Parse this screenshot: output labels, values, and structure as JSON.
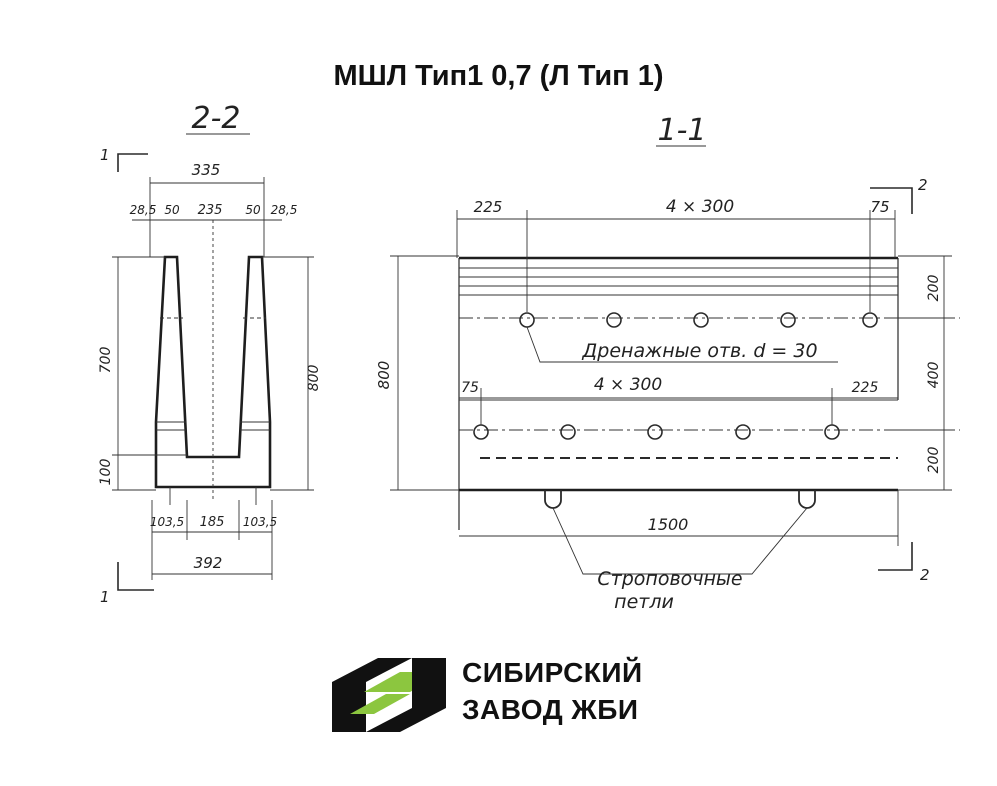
{
  "title": "МШЛ Тип1 0,7 (Л Тип 1)",
  "section_2_2": {
    "label": "2-2",
    "top_width": "335",
    "top_parts": [
      "28,5",
      "50",
      "235",
      "50",
      "28,5"
    ],
    "bottom_parts": [
      "103,5",
      "185",
      "103,5"
    ],
    "total_width": "392",
    "height_inner": "700",
    "height_base": "100",
    "height_total": "800",
    "cut_mark": "1"
  },
  "section_1_1": {
    "label": "1-1",
    "top_dims": [
      "225",
      "4 × 300",
      "75"
    ],
    "middle_dims": [
      "75",
      "4 × 300",
      "225"
    ],
    "length": "1500",
    "height": "800",
    "right_dims": [
      "200",
      "400",
      "200"
    ],
    "drain_label": "Дренажные отв. d = 30",
    "sling_label_line1": "Строповочные",
    "sling_label_line2": "петли",
    "cut_mark": "2"
  },
  "logo": {
    "line1": "СИБИРСКИЙ",
    "line2": "ЗАВОД ЖБИ",
    "color_dark": "#111111",
    "color_accent": "#8cc63f"
  }
}
